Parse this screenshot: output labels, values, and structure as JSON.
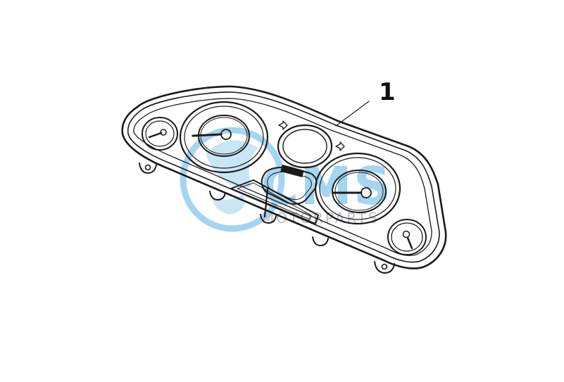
{
  "diagram": {
    "callouts": [
      {
        "number": "1"
      }
    ]
  },
  "watermark": {
    "brand": "CMS",
    "tagline": "MOTORPARTS",
    "color": "#5ab4e6"
  },
  "colors": {
    "ink": "#1a1a1a",
    "paper": "#ffffff"
  }
}
